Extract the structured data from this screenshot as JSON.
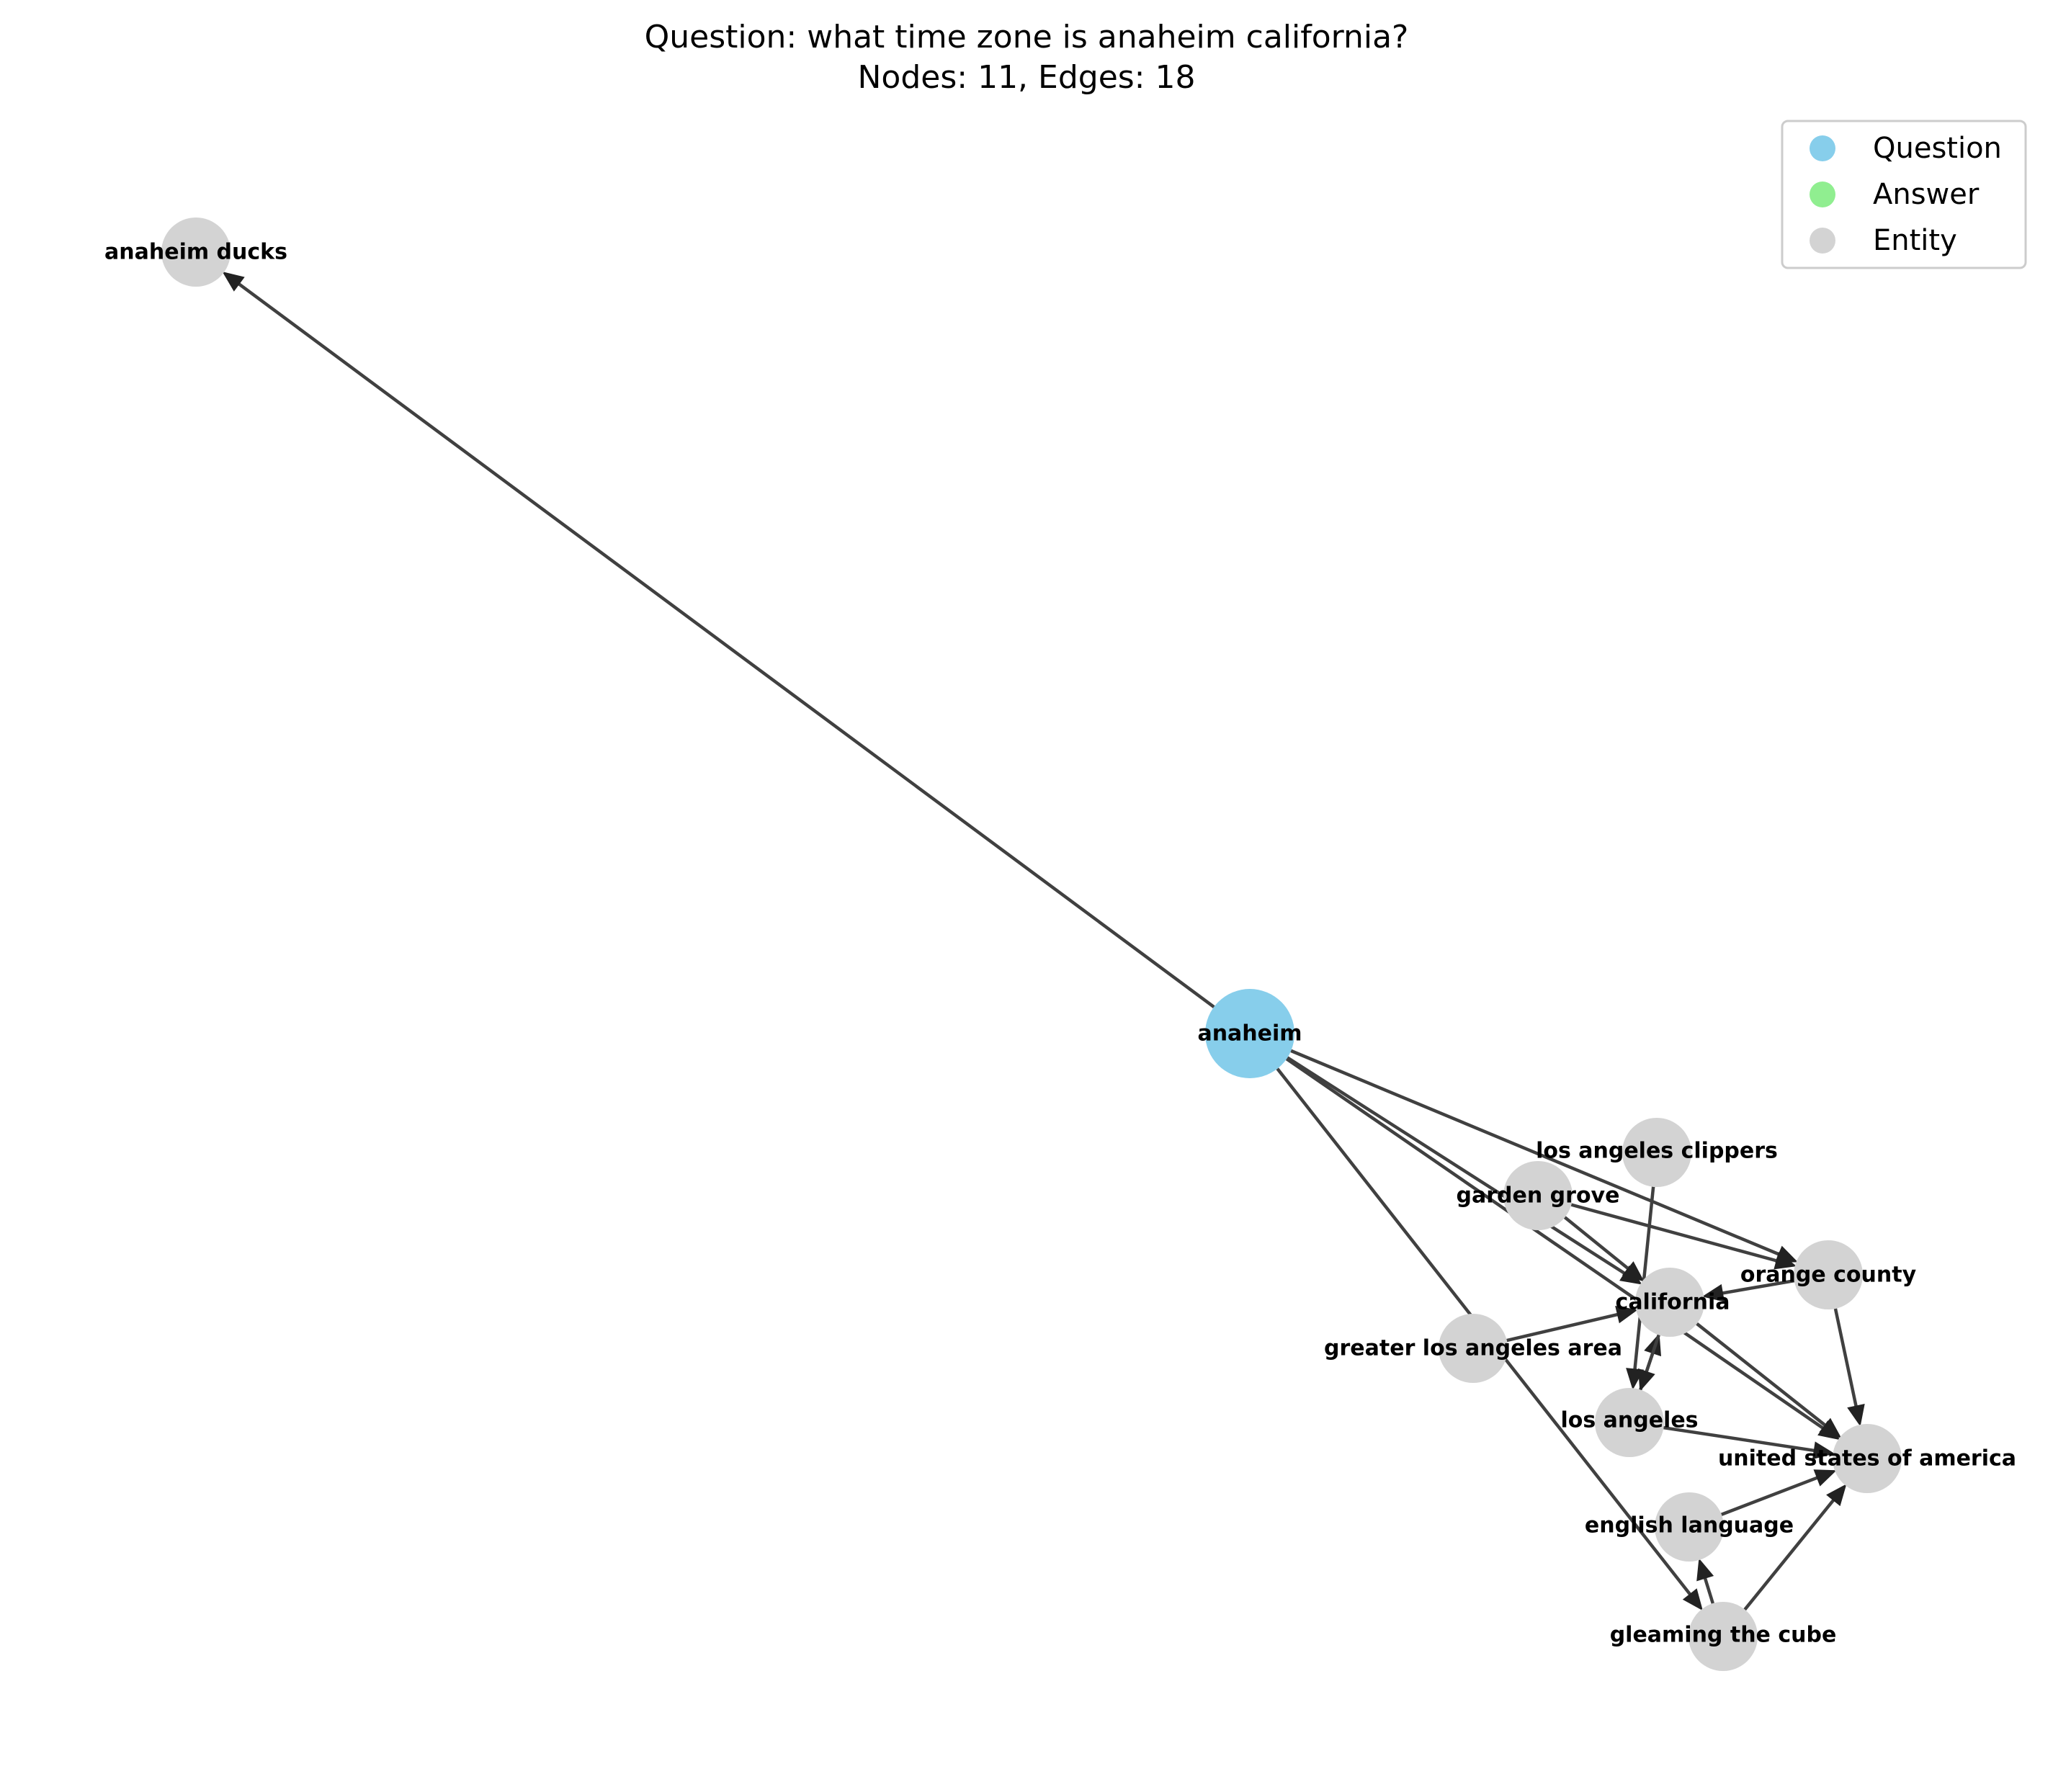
{
  "title": {
    "line1": "Question: what time zone is anaheim california?",
    "line2": "Nodes: 11, Edges: 18"
  },
  "legend": {
    "items": [
      {
        "label": "Question",
        "color": "#87CEEB"
      },
      {
        "label": "Answer",
        "color": "#90EE90"
      },
      {
        "label": "Entity",
        "color": "#D3D3D3"
      }
    ]
  },
  "colors": {
    "question": "#87CEEB",
    "answer": "#90EE90",
    "entity": "#D3D3D3",
    "edge": "#404040"
  },
  "graph": {
    "nodes": [
      {
        "id": "anaheim",
        "label": "anaheim",
        "type": "question"
      },
      {
        "id": "anaheim-ducks",
        "label": "anaheim ducks",
        "type": "entity"
      },
      {
        "id": "los-angeles-clippers",
        "label": "los angeles clippers",
        "type": "entity"
      },
      {
        "id": "garden-grove",
        "label": "garden grove",
        "type": "entity"
      },
      {
        "id": "orange-county",
        "label": "orange county",
        "type": "entity"
      },
      {
        "id": "california",
        "label": "california",
        "type": "entity"
      },
      {
        "id": "greater-los-angeles-area",
        "label": "greater los angeles area",
        "type": "entity"
      },
      {
        "id": "los-angeles",
        "label": "los angeles",
        "type": "entity"
      },
      {
        "id": "united-states-of-america",
        "label": "united states of america",
        "type": "entity"
      },
      {
        "id": "english-language",
        "label": "english language",
        "type": "entity"
      },
      {
        "id": "gleaming-the-cube",
        "label": "gleaming the cube",
        "type": "entity"
      }
    ],
    "edges": [
      {
        "source": "anaheim",
        "target": "anaheim-ducks"
      },
      {
        "source": "anaheim",
        "target": "orange-county"
      },
      {
        "source": "anaheim",
        "target": "california"
      },
      {
        "source": "anaheim",
        "target": "united-states-of-america"
      },
      {
        "source": "anaheim",
        "target": "gleaming-the-cube"
      },
      {
        "source": "garden-grove",
        "target": "california"
      },
      {
        "source": "garden-grove",
        "target": "orange-county"
      },
      {
        "source": "los-angeles-clippers",
        "target": "los-angeles"
      },
      {
        "source": "orange-county",
        "target": "california"
      },
      {
        "source": "orange-county",
        "target": "united-states-of-america"
      },
      {
        "source": "greater-los-angeles-area",
        "target": "california"
      },
      {
        "source": "los-angeles",
        "target": "california"
      },
      {
        "source": "los-angeles",
        "target": "united-states-of-america"
      },
      {
        "source": "california",
        "target": "united-states-of-america"
      },
      {
        "source": "english-language",
        "target": "united-states-of-america"
      },
      {
        "source": "gleaming-the-cube",
        "target": "english-language"
      },
      {
        "source": "gleaming-the-cube",
        "target": "united-states-of-america"
      },
      {
        "source": "california",
        "target": "los-angeles"
      }
    ]
  }
}
